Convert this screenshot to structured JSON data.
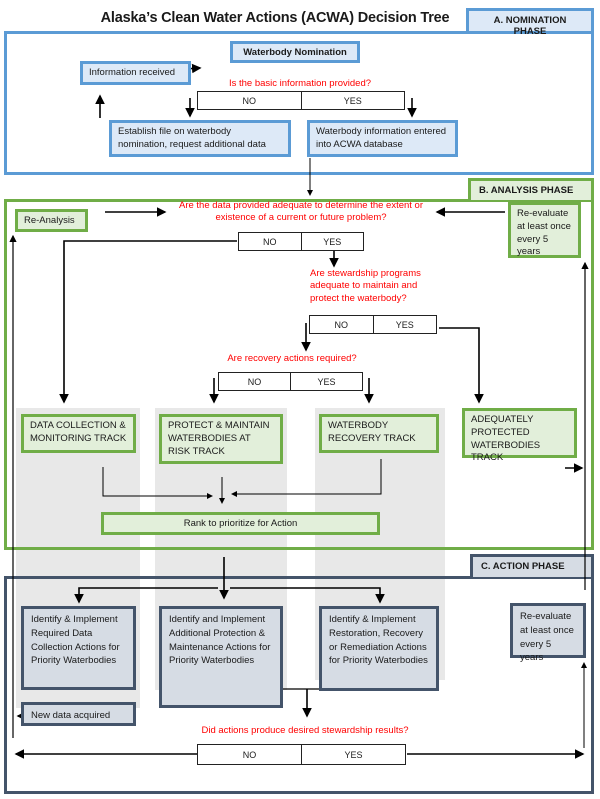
{
  "title": "Alaska’s Clean Water Actions (ACWA) Decision Tree",
  "phases": {
    "a": "A. NOMINATION PHASE",
    "b": "B. ANALYSIS PHASE",
    "c": "C. ACTION PHASE"
  },
  "nomination": {
    "waterbody_nomination": "Waterbody Nomination",
    "information_received": "Information received",
    "question": "Is the basic information provided?",
    "no": "NO",
    "yes": "YES",
    "establish_file": "Establish file on waterbody nomination, request additional data",
    "entered_db": "Waterbody information entered into ACWA database"
  },
  "analysis": {
    "re_analysis": "Re-Analysis",
    "re_evaluate": "Re-evaluate at least once every 5 years",
    "q_data": "Are the data provided adequate to determine the extent or existence of a current or future problem?",
    "q_stewardship": "Are stewardship programs adequate to maintain and protect the waterbody?",
    "q_recovery": "Are recovery actions required?",
    "no": "NO",
    "yes": "YES",
    "tracks": [
      "DATA COLLECTION & MONITORING TRACK",
      "PROTECT & MAINTAIN WATERBODIES AT RISK TRACK",
      "WATERBODY RECOVERY TRACK",
      "ADEQUATELY PROTECTED WATERBODIES TRACK"
    ],
    "rank": "Rank to prioritize for Action"
  },
  "action": {
    "boxes": [
      "Identify & Implement Required Data Collection Actions for Priority Waterbodies",
      "Identify and Implement Additional Protection & Maintenance Actions for Priority Waterbodies",
      "Identify & Implement Restoration, Recovery or Remediation Actions for Priority Waterbodies"
    ],
    "new_data": "New data acquired",
    "re_evaluate": "Re-evaluate at least once every 5 years",
    "question": "Did actions produce desired stewardship results?",
    "no": "NO",
    "yes": "YES"
  },
  "colors": {
    "nomination": "#5b9bd5",
    "analysis": "#70ad47",
    "action": "#44546a",
    "question": "#ff0000"
  }
}
